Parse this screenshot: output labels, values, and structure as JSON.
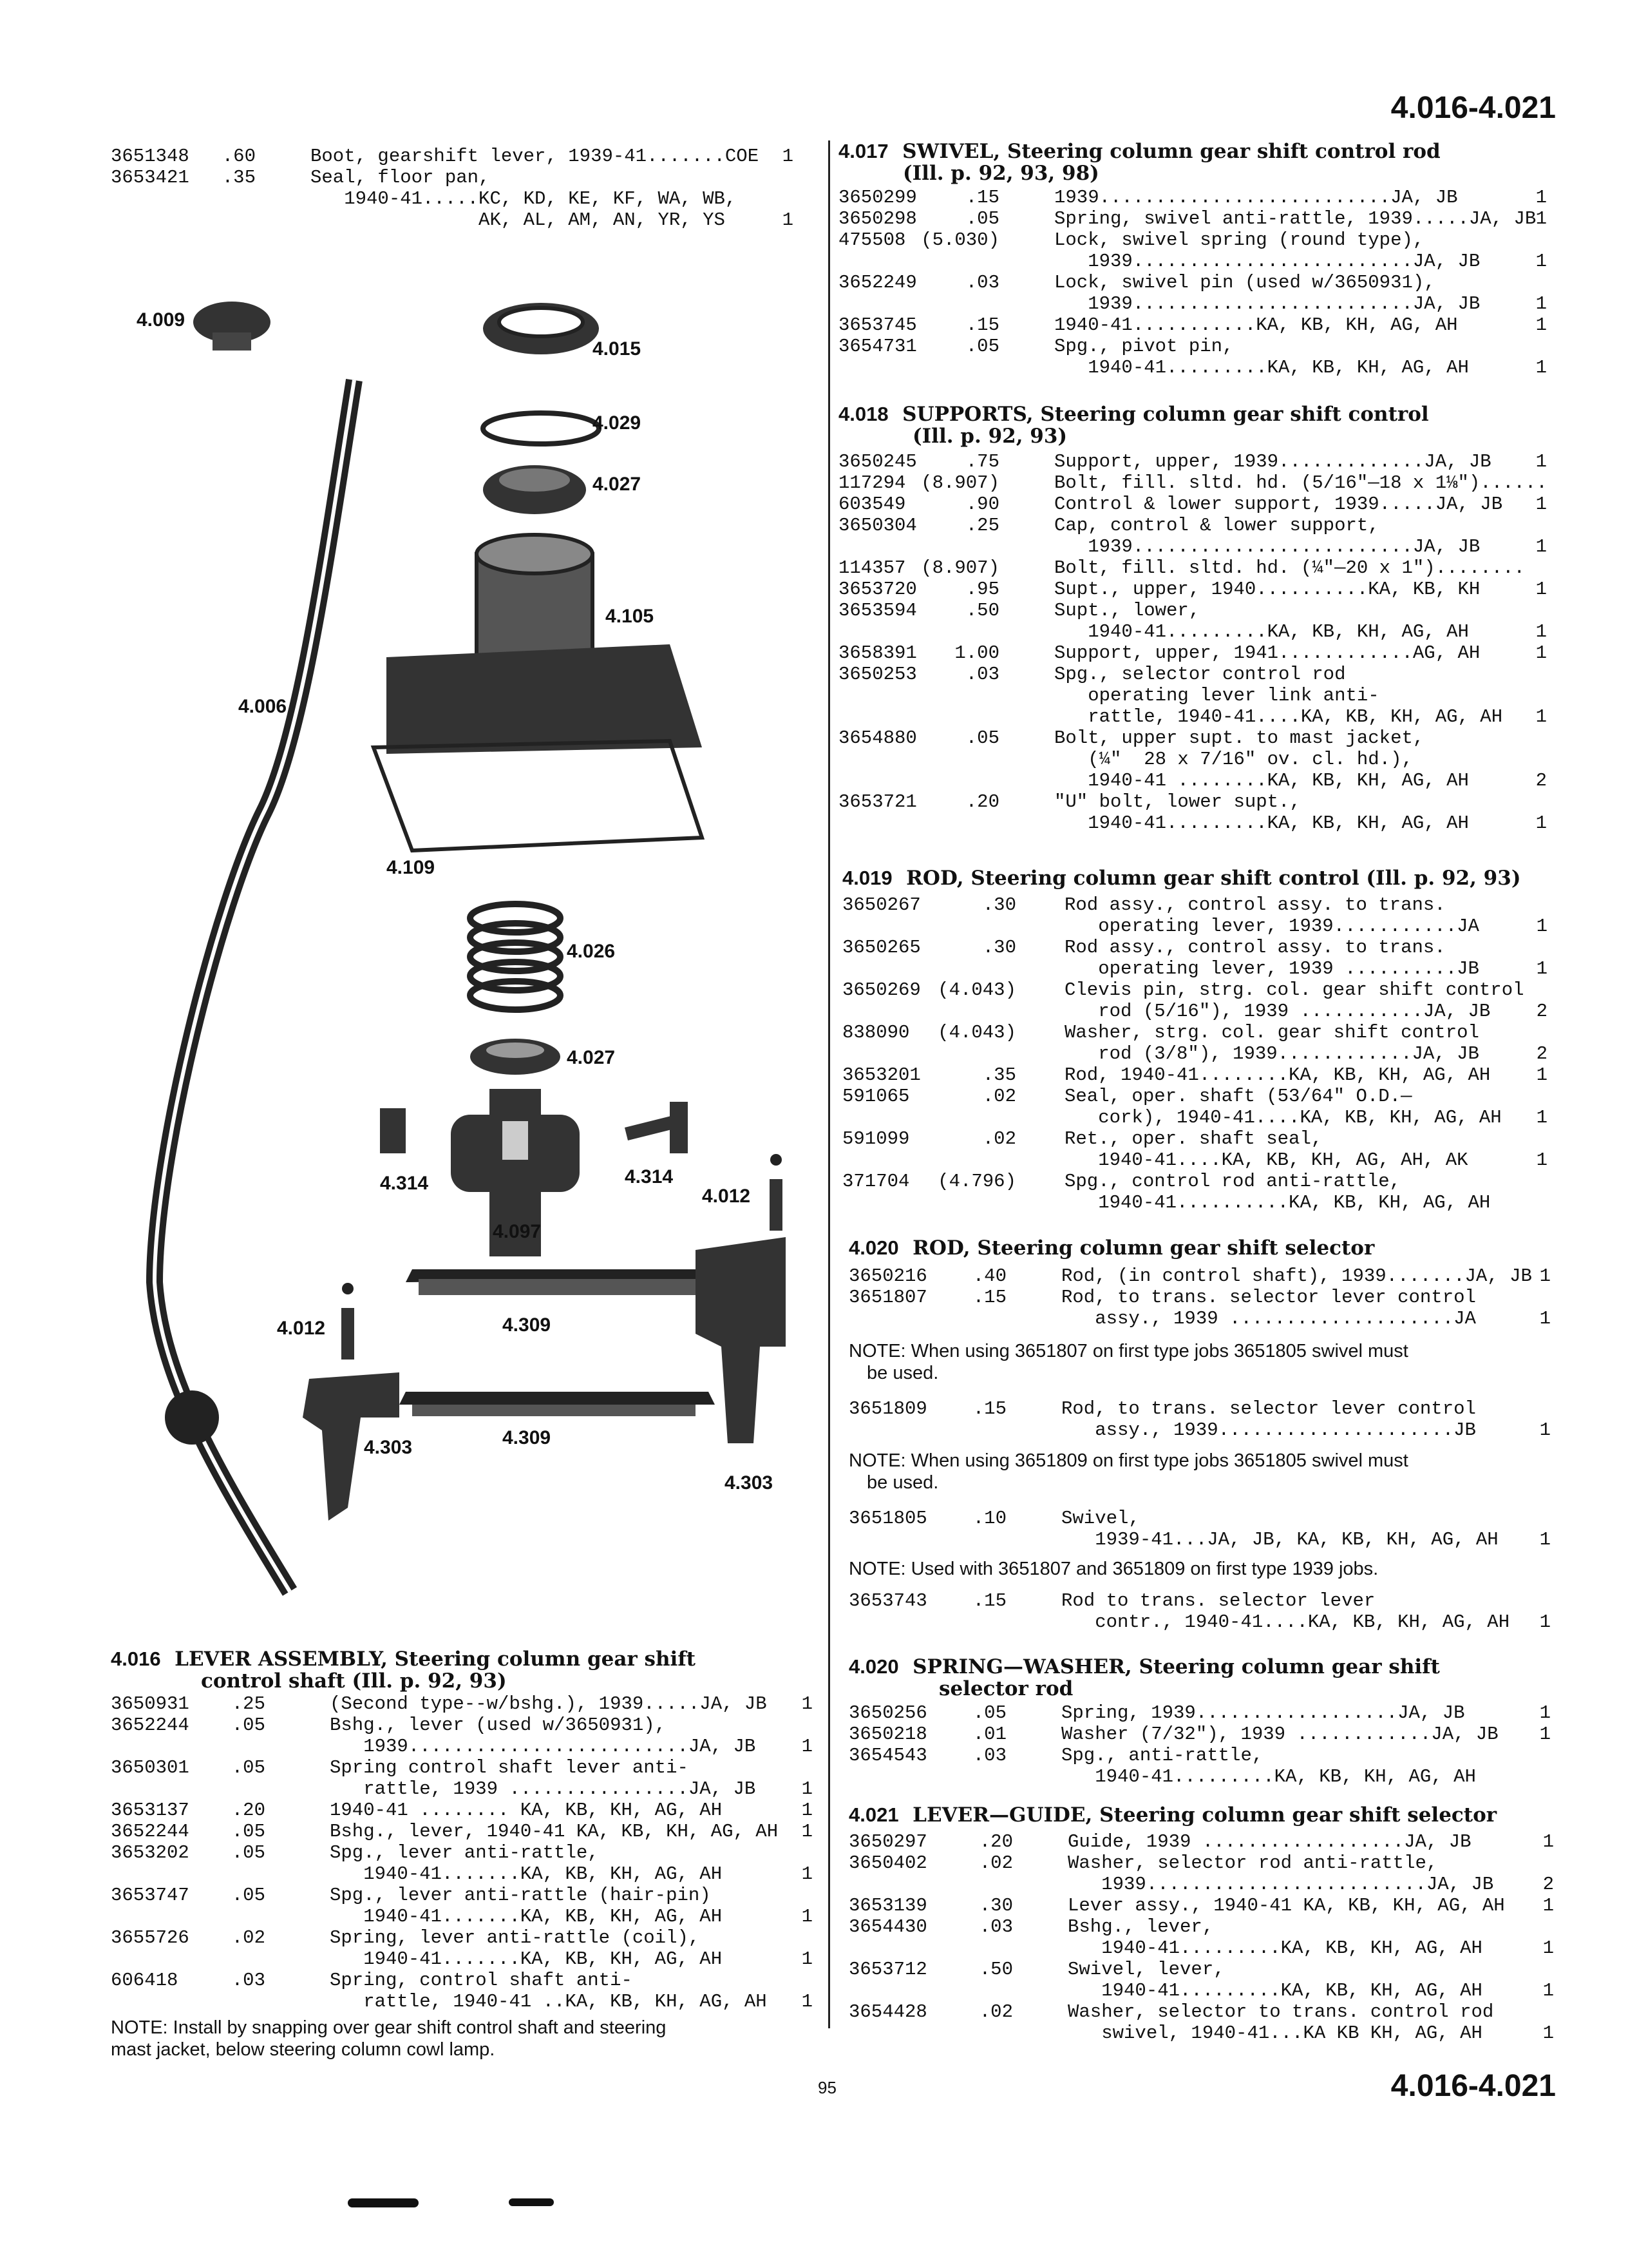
{
  "page": {
    "header_range": "4.016-4.021",
    "footer_range": "4.016-4.021",
    "page_number": "95"
  },
  "top_left": {
    "rows": [
      {
        "pn": "3651348",
        "price": ".60",
        "desc": "Boot, gearshift lever, 1939-41.......COE",
        "qty": "1"
      },
      {
        "pn": "3653421",
        "price": ".35",
        "desc": "Seal, floor pan,",
        "qty": ""
      },
      {
        "pn": "",
        "price": "",
        "desc": "   1940-41.....KC, KD, KE, KF, WA, WB,",
        "qty": ""
      },
      {
        "pn": "",
        "price": "",
        "desc": "               AK, AL, AM, AN, YR, YS",
        "qty": "1"
      }
    ]
  },
  "illustration": {
    "callouts": [
      "4.009",
      "4.015",
      "4.029",
      "4.027",
      "4.105",
      "4.006",
      "4.109",
      "4.026",
      "4.027",
      "4.314",
      "4.314",
      "4.097",
      "4.012",
      "4.012",
      "4.309",
      "4.309",
      "4.303",
      "4.303"
    ]
  },
  "sections": {
    "s4016": {
      "num": "4.016",
      "title": "LEVER ASSEMBLY,",
      "subtitle": "Steering column gear shift",
      "line2": "control shaft (Ill. p. 92, 93)",
      "rows": [
        {
          "pn": "3650931",
          "price": ".25",
          "desc": "(Second type--w/bshg.), 1939.....JA, JB",
          "qty": "1"
        },
        {
          "pn": "3652244",
          "price": ".05",
          "desc": "Bshg., lever (used w/3650931),",
          "qty": ""
        },
        {
          "pn": "",
          "price": "",
          "desc": "   1939.........................JA, JB",
          "qty": "1"
        },
        {
          "pn": "3650301",
          "price": ".05",
          "desc": "Spring control shaft lever anti-",
          "qty": ""
        },
        {
          "pn": "",
          "price": "",
          "desc": "   rattle, 1939 ................JA, JB",
          "qty": "1"
        },
        {
          "pn": "3653137",
          "price": ".20",
          "desc": "1940-41 ........ KA, KB, KH, AG, AH",
          "qty": "1"
        },
        {
          "pn": "3652244",
          "price": ".05",
          "desc": "Bshg., lever, 1940-41 KA, KB, KH, AG, AH",
          "qty": "1"
        },
        {
          "pn": "3653202",
          "price": ".05",
          "desc": "Spg., lever anti-rattle,",
          "qty": ""
        },
        {
          "pn": "",
          "price": "",
          "desc": "   1940-41.......KA, KB, KH, AG, AH",
          "qty": "1"
        },
        {
          "pn": "3653747",
          "price": ".05",
          "desc": "Spg., lever anti-rattle (hair-pin)",
          "qty": ""
        },
        {
          "pn": "",
          "price": "",
          "desc": "   1940-41.......KA, KB, KH, AG, AH",
          "qty": "1"
        },
        {
          "pn": "3655726",
          "price": ".02",
          "desc": "Spring, lever anti-rattle (coil),",
          "qty": ""
        },
        {
          "pn": "",
          "price": "",
          "desc": "   1940-41.......KA, KB, KH, AG, AH",
          "qty": "1"
        },
        {
          "pn": "606418",
          "price": ".03",
          "desc": "Spring, control shaft anti-",
          "qty": ""
        },
        {
          "pn": "",
          "price": "",
          "desc": "   rattle, 1940-41 ..KA, KB, KH, AG, AH",
          "qty": "1"
        }
      ],
      "note_l1": "NOTE: Install by snapping over gear shift control shaft and steering",
      "note_l2": "mast jacket, below steering column cowl lamp."
    },
    "s4017": {
      "num": "4.017",
      "title": "SWIVEL,",
      "subtitle": "Steering column gear shift control rod",
      "line2": "(Ill. p. 92, 93, 98)",
      "rows": [
        {
          "pn": "3650299",
          "price": ".15",
          "desc": "1939..........................JA, JB",
          "qty": "1"
        },
        {
          "pn": "3650298",
          "price": ".05",
          "desc": "Spring, swivel anti-rattle, 1939.....JA, JB",
          "qty": "1"
        },
        {
          "pn": "475508",
          "price": "(5.030)",
          "desc": "Lock, swivel spring (round type),",
          "qty": ""
        },
        {
          "pn": "",
          "price": "",
          "desc": "   1939.........................JA, JB",
          "qty": "1"
        },
        {
          "pn": "3652249",
          "price": ".03",
          "desc": "Lock, swivel pin (used w/3650931),",
          "qty": ""
        },
        {
          "pn": "",
          "price": "",
          "desc": "   1939.........................JA, JB",
          "qty": "1"
        },
        {
          "pn": "3653745",
          "price": ".15",
          "desc": "1940-41...........KA, KB, KH, AG, AH",
          "qty": "1"
        },
        {
          "pn": "3654731",
          "price": ".05",
          "desc": "Spg., pivot pin,",
          "qty": ""
        },
        {
          "pn": "",
          "price": "",
          "desc": "   1940-41.........KA, KB, KH, AG, AH",
          "qty": "1"
        }
      ]
    },
    "s4018": {
      "num": "4.018",
      "title": "SUPPORTS,",
      "subtitle": "Steering column gear shift control",
      "line2": "(Ill. p. 92, 93)",
      "rows": [
        {
          "pn": "3650245",
          "price": ".75",
          "desc": "Support, upper, 1939.............JA, JB",
          "qty": "1"
        },
        {
          "pn": "117294",
          "price": "(8.907)",
          "desc": "Bolt, fill. sltd. hd. (5/16\"—18 x 1⅛\")......",
          "qty": ""
        },
        {
          "pn": "603549",
          "price": ".90",
          "desc": "Control & lower support, 1939.....JA, JB",
          "qty": "1"
        },
        {
          "pn": "3650304",
          "price": ".25",
          "desc": "Cap, control & lower support,",
          "qty": ""
        },
        {
          "pn": "",
          "price": "",
          "desc": "   1939.........................JA, JB",
          "qty": "1"
        },
        {
          "pn": "114357",
          "price": "(8.907)",
          "desc": "Bolt, fill. sltd. hd. (¼\"—20 x 1\")........",
          "qty": ""
        },
        {
          "pn": "3653720",
          "price": ".95",
          "desc": "Supt., upper, 1940..........KA, KB, KH",
          "qty": "1"
        },
        {
          "pn": "3653594",
          "price": ".50",
          "desc": "Supt., lower,",
          "qty": ""
        },
        {
          "pn": "",
          "price": "",
          "desc": "   1940-41.........KA, KB, KH, AG, AH",
          "qty": "1"
        },
        {
          "pn": "3658391",
          "price": "1.00",
          "desc": "Support, upper, 1941............AG, AH",
          "qty": "1"
        },
        {
          "pn": "3650253",
          "price": ".03",
          "desc": "Spg., selector control rod",
          "qty": ""
        },
        {
          "pn": "",
          "price": "",
          "desc": "   operating lever link anti-",
          "qty": ""
        },
        {
          "pn": "",
          "price": "",
          "desc": "   rattle, 1940-41....KA, KB, KH, AG, AH",
          "qty": "1"
        },
        {
          "pn": "3654880",
          "price": ".05",
          "desc": "Bolt, upper supt. to mast jacket,",
          "qty": ""
        },
        {
          "pn": "",
          "price": "",
          "desc": "   (¼\"  28 x 7/16\" ov. cl. hd.),",
          "qty": ""
        },
        {
          "pn": "",
          "price": "",
          "desc": "   1940-41 ........KA, KB, KH, AG, AH",
          "qty": "2"
        },
        {
          "pn": "3653721",
          "price": ".20",
          "desc": "\"U\" bolt, lower supt.,",
          "qty": ""
        },
        {
          "pn": "",
          "price": "",
          "desc": "   1940-41.........KA, KB, KH, AG, AH",
          "qty": "1"
        }
      ]
    },
    "s4019": {
      "num": "4.019",
      "title": "ROD,",
      "subtitle": "Steering column gear shift control (Ill. p. 92, 93)",
      "line2": "",
      "rows": [
        {
          "pn": "3650267",
          "price": ".30",
          "desc": "Rod assy., control assy. to trans.",
          "qty": ""
        },
        {
          "pn": "",
          "price": "",
          "desc": "   operating lever, 1939...........JA",
          "qty": "1"
        },
        {
          "pn": "3650265",
          "price": ".30",
          "desc": "Rod assy., control assy. to trans.",
          "qty": ""
        },
        {
          "pn": "",
          "price": "",
          "desc": "   operating lever, 1939 ..........JB",
          "qty": "1"
        },
        {
          "pn": "3650269",
          "price": "(4.043)",
          "desc": "Clevis pin, strg. col. gear shift control",
          "qty": ""
        },
        {
          "pn": "",
          "price": "",
          "desc": "   rod (5/16\"), 1939 ...........JA, JB",
          "qty": "2"
        },
        {
          "pn": "838090",
          "price": "(4.043)",
          "desc": "Washer, strg. col. gear shift control",
          "qty": ""
        },
        {
          "pn": "",
          "price": "",
          "desc": "   rod (3/8\"), 1939............JA, JB",
          "qty": "2"
        },
        {
          "pn": "3653201",
          "price": ".35",
          "desc": "Rod, 1940-41........KA, KB, KH, AG, AH",
          "qty": "1"
        },
        {
          "pn": "591065",
          "price": ".02",
          "desc": "Seal, oper. shaft (53/64\" O.D.—",
          "qty": ""
        },
        {
          "pn": "",
          "price": "",
          "desc": "   cork), 1940-41....KA, KB, KH, AG, AH",
          "qty": "1"
        },
        {
          "pn": "591099",
          "price": ".02",
          "desc": "Ret., oper. shaft seal,",
          "qty": ""
        },
        {
          "pn": "",
          "price": "",
          "desc": "   1940-41....KA, KB, KH, AG, AH, AK",
          "qty": "1"
        },
        {
          "pn": "371704",
          "price": "(4.796)",
          "desc": "Spg., control rod anti-rattle,",
          "qty": ""
        },
        {
          "pn": "",
          "price": "",
          "desc": "   1940-41..........KA, KB, KH, AG, AH",
          "qty": ""
        }
      ]
    },
    "s4020a": {
      "num": "4.020",
      "title": "ROD,",
      "subtitle": "Steering column gear shift selector",
      "line2": "",
      "rows1": [
        {
          "pn": "3650216",
          "price": ".40",
          "desc": "Rod, (in control shaft), 1939.......JA, JB",
          "qty": "1"
        },
        {
          "pn": "3651807",
          "price": ".15",
          "desc": "Rod, to trans. selector lever control",
          "qty": ""
        },
        {
          "pn": "",
          "price": "",
          "desc": "   assy., 1939 ....................JA",
          "qty": "1"
        }
      ],
      "note1_l1": "NOTE: When using 3651807 on first type jobs 3651805 swivel must",
      "note1_l2": "be used.",
      "rows2": [
        {
          "pn": "3651809",
          "price": ".15",
          "desc": "Rod, to trans. selector lever control",
          "qty": ""
        },
        {
          "pn": "",
          "price": "",
          "desc": "   assy., 1939.....................JB",
          "qty": "1"
        }
      ],
      "note2_l1": "NOTE: When using 3651809 on first type jobs 3651805 swivel must",
      "note2_l2": "be used.",
      "rows3": [
        {
          "pn": "3651805",
          "price": ".10",
          "desc": "Swivel,",
          "qty": ""
        },
        {
          "pn": "",
          "price": "",
          "desc": "   1939-41...JA, JB, KA, KB, KH, AG, AH",
          "qty": "1"
        }
      ],
      "note3": "NOTE: Used with 3651807 and 3651809 on first type 1939 jobs.",
      "rows4": [
        {
          "pn": "3653743",
          "price": ".15",
          "desc": "Rod to trans. selector lever",
          "qty": ""
        },
        {
          "pn": "",
          "price": "",
          "desc": "   contr., 1940-41....KA, KB, KH, AG, AH",
          "qty": "1"
        }
      ]
    },
    "s4020b": {
      "num": "4.020",
      "title": "SPRING—WASHER,",
      "subtitle": "Steering column gear shift",
      "line2": "selector rod",
      "rows": [
        {
          "pn": "3650256",
          "price": ".05",
          "desc": "Spring, 1939..................JA, JB",
          "qty": "1"
        },
        {
          "pn": "3650218",
          "price": ".01",
          "desc": "Washer (7/32\"), 1939 ............JA, JB",
          "qty": "1"
        },
        {
          "pn": "3654543",
          "price": ".03",
          "desc": "Spg., anti-rattle,",
          "qty": ""
        },
        {
          "pn": "",
          "price": "",
          "desc": "   1940-41.........KA, KB, KH, AG, AH",
          "qty": ""
        }
      ]
    },
    "s4021": {
      "num": "4.021",
      "title": "LEVER—GUIDE,",
      "subtitle": "Steering column gear shift selector",
      "line2": "",
      "rows": [
        {
          "pn": "3650297",
          "price": ".20",
          "desc": "Guide, 1939 ..................JA, JB",
          "qty": "1"
        },
        {
          "pn": "3650402",
          "price": ".02",
          "desc": "Washer, selector rod anti-rattle,",
          "qty": ""
        },
        {
          "pn": "",
          "price": "",
          "desc": "   1939.........................JA, JB",
          "qty": "2"
        },
        {
          "pn": "3653139",
          "price": ".30",
          "desc": "Lever assy., 1940-41 KA, KB, KH, AG, AH",
          "qty": "1"
        },
        {
          "pn": "3654430",
          "price": ".03",
          "desc": "Bshg., lever,",
          "qty": ""
        },
        {
          "pn": "",
          "price": "",
          "desc": "   1940-41.........KA, KB, KH, AG, AH",
          "qty": "1"
        },
        {
          "pn": "3653712",
          "price": ".50",
          "desc": "Swivel, lever,",
          "qty": ""
        },
        {
          "pn": "",
          "price": "",
          "desc": "   1940-41.........KA, KB, KH, AG, AH",
          "qty": "1"
        },
        {
          "pn": "3654428",
          "price": ".02",
          "desc": "Washer, selector to trans. control rod",
          "qty": ""
        },
        {
          "pn": "",
          "price": "",
          "desc": "   swivel, 1940-41...KA KB KH, AG, AH",
          "qty": "1"
        }
      ]
    }
  }
}
